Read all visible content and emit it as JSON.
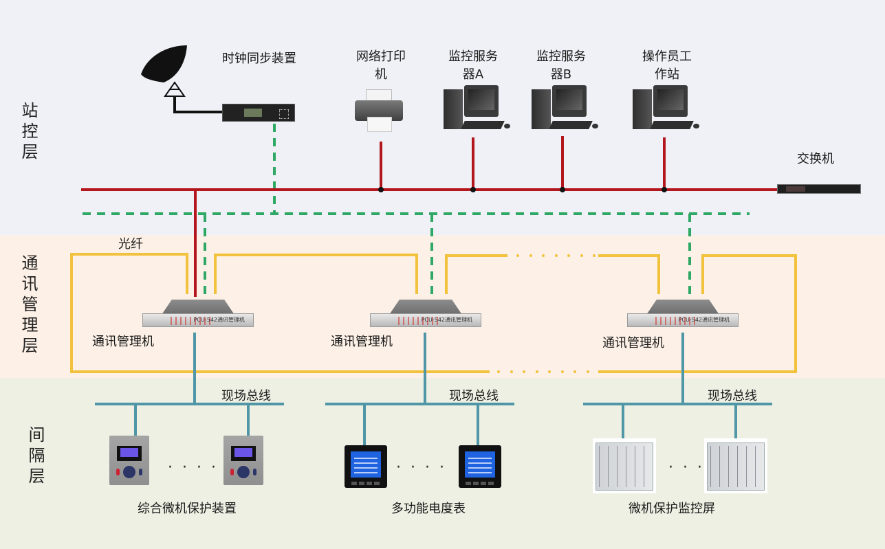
{
  "layers": {
    "station": "站控层",
    "comm": "通讯管理层",
    "bay": "间隔层"
  },
  "station_devices": {
    "clock_sync": "时钟同步装置",
    "printer": "网络打印机",
    "server_a": "监控服务器A",
    "server_b": "监控服务器B",
    "operator": "操作员工作站",
    "switch": "交换机"
  },
  "comm_layer": {
    "fiber_label": "光纤",
    "managers": [
      {
        "label": "通讯管理机",
        "model": "PCU-542通讯管理机"
      },
      {
        "label": "通讯管理机",
        "model": "PCU-542通讯管理机"
      },
      {
        "label": "通讯管理机",
        "model": "PCU-542通讯管理机"
      }
    ]
  },
  "bay_layer": {
    "fieldbus_label": "现场总线",
    "groups": [
      {
        "label": "综合微机保护装置",
        "fieldbus": "现场总线"
      },
      {
        "label": "多功能电度表",
        "fieldbus": "现场总线"
      },
      {
        "label": "微机保护监控屏",
        "fieldbus": "现场总线"
      }
    ],
    "ellipsis": "····"
  },
  "colors": {
    "ethernet": "#b3161c",
    "dashed": "#2fa866",
    "fiber": "#f2c23c",
    "fieldbus": "#4f96a6"
  }
}
